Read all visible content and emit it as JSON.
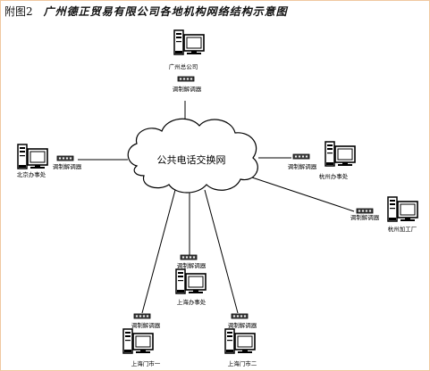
{
  "title": {
    "figure_label": "附图2",
    "text": "广州德正贸易有限公司各地机构网络结构示意图"
  },
  "cloud_label": "公共电话交换网",
  "nodes": {
    "guangzhou_hq": {
      "site": "广州总公司",
      "modem": "调制解调器"
    },
    "beijing": {
      "site": "北京办事处",
      "modem": "调制解调器"
    },
    "hangzhou": {
      "site": "杭州办事处",
      "modem": "调制解调器"
    },
    "hangzhou_factory": {
      "site": "杭州加工厂",
      "modem": "调制解调器"
    },
    "shanghai": {
      "site": "上海办事处",
      "modem": "调制解调器"
    },
    "shanghai_shop1": {
      "site": "上海门市一",
      "modem": "调制解调器"
    },
    "shanghai_shop2": {
      "site": "上海门市二",
      "modem": "调制解调器"
    }
  }
}
